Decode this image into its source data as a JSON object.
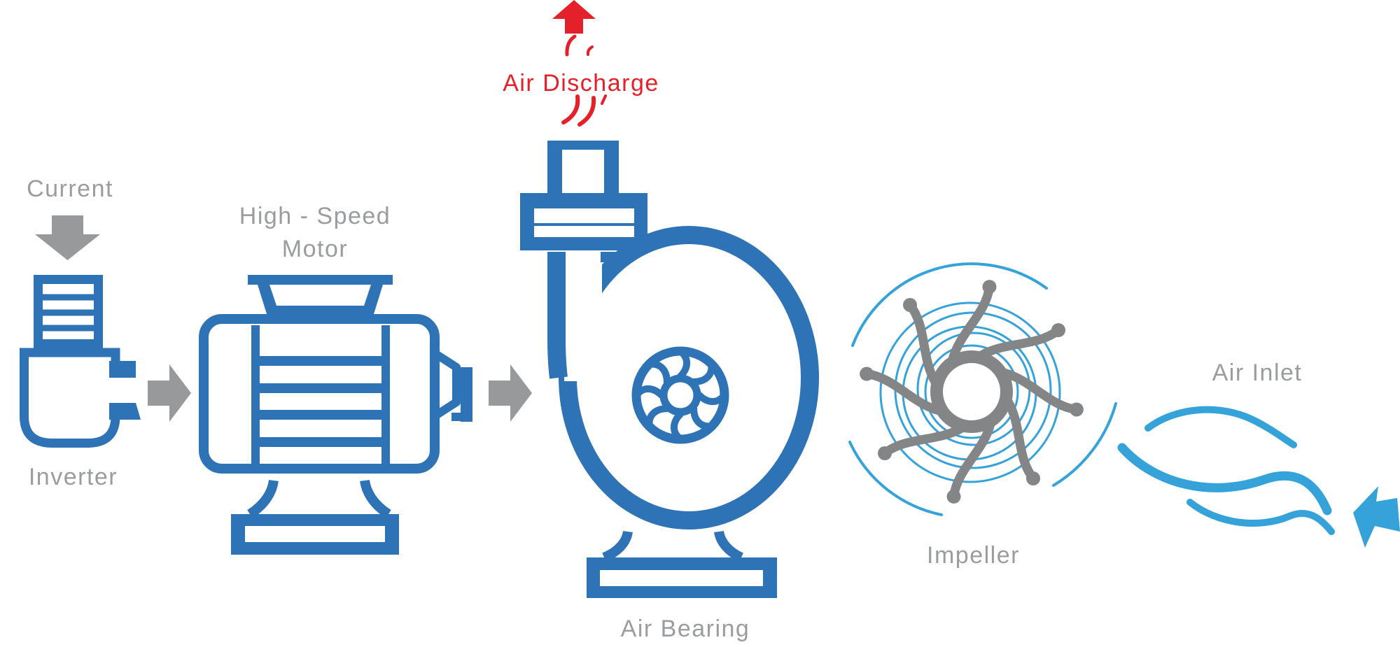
{
  "diagram": {
    "type": "process-flow",
    "labels": {
      "current": "Current",
      "inverter": "Inverter",
      "motor_line1": "High - Speed",
      "motor_line2": "Motor",
      "air_discharge": "Air Discharge",
      "air_bearing": "Air Bearing",
      "impeller": "Impeller",
      "air_inlet": "Air Inlet"
    },
    "flow_arrows": [
      {
        "id": "current-to-inverter",
        "direction": "down",
        "color": "#97999b"
      },
      {
        "id": "inverter-to-motor",
        "direction": "right",
        "color": "#97999b"
      },
      {
        "id": "motor-to-blower",
        "direction": "right",
        "color": "#97999b"
      },
      {
        "id": "air-discharge-up",
        "direction": "up",
        "color": "#e4212b"
      },
      {
        "id": "air-inlet-in",
        "direction": "left",
        "color": "#35a3d9"
      }
    ],
    "colors": {
      "primary_blue": "#2e73b6",
      "accent_light_blue": "#35a3d9",
      "label_gray": "#9a9c9e",
      "arrow_gray": "#97999b",
      "impeller_gray": "#838587",
      "discharge_red": "#e4212b",
      "background": "#ffffff"
    }
  }
}
